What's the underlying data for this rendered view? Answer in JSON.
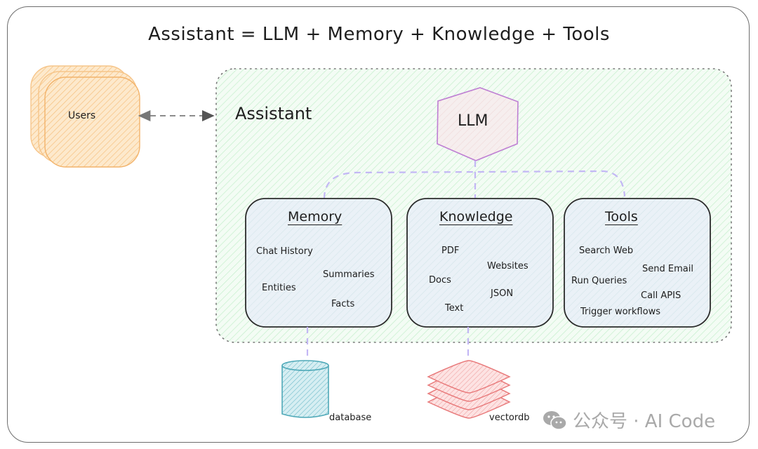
{
  "title": "Assistant = LLM + Memory + Knowledge + Tools",
  "users": {
    "label": "Users",
    "color": "#f4a742"
  },
  "assistant": {
    "label": "Assistant",
    "color": "#b2f2bb"
  },
  "llm": {
    "label": "LLM",
    "color": "#be7ed3"
  },
  "connector_color": "#c3b7f5",
  "boxes": {
    "memory": {
      "title": "Memory",
      "items": [
        "Chat History",
        "Summaries",
        "Entities",
        "Facts"
      ]
    },
    "knowledge": {
      "title": "Knowledge",
      "items": [
        "PDF",
        "Websites",
        "Docs",
        "JSON",
        "Text"
      ]
    },
    "tools": {
      "title": "Tools",
      "items": [
        "Search Web",
        "Send Email",
        "Run Queries",
        "Call APIS",
        "Trigger workflows"
      ]
    }
  },
  "stores": {
    "database": {
      "label": "database",
      "color": "#4fa9b8"
    },
    "vectordb": {
      "label": "vectordb",
      "color": "#e55c5c"
    }
  },
  "watermark": {
    "text": "公众号 · AI Code",
    "icon": "wechat-icon"
  }
}
